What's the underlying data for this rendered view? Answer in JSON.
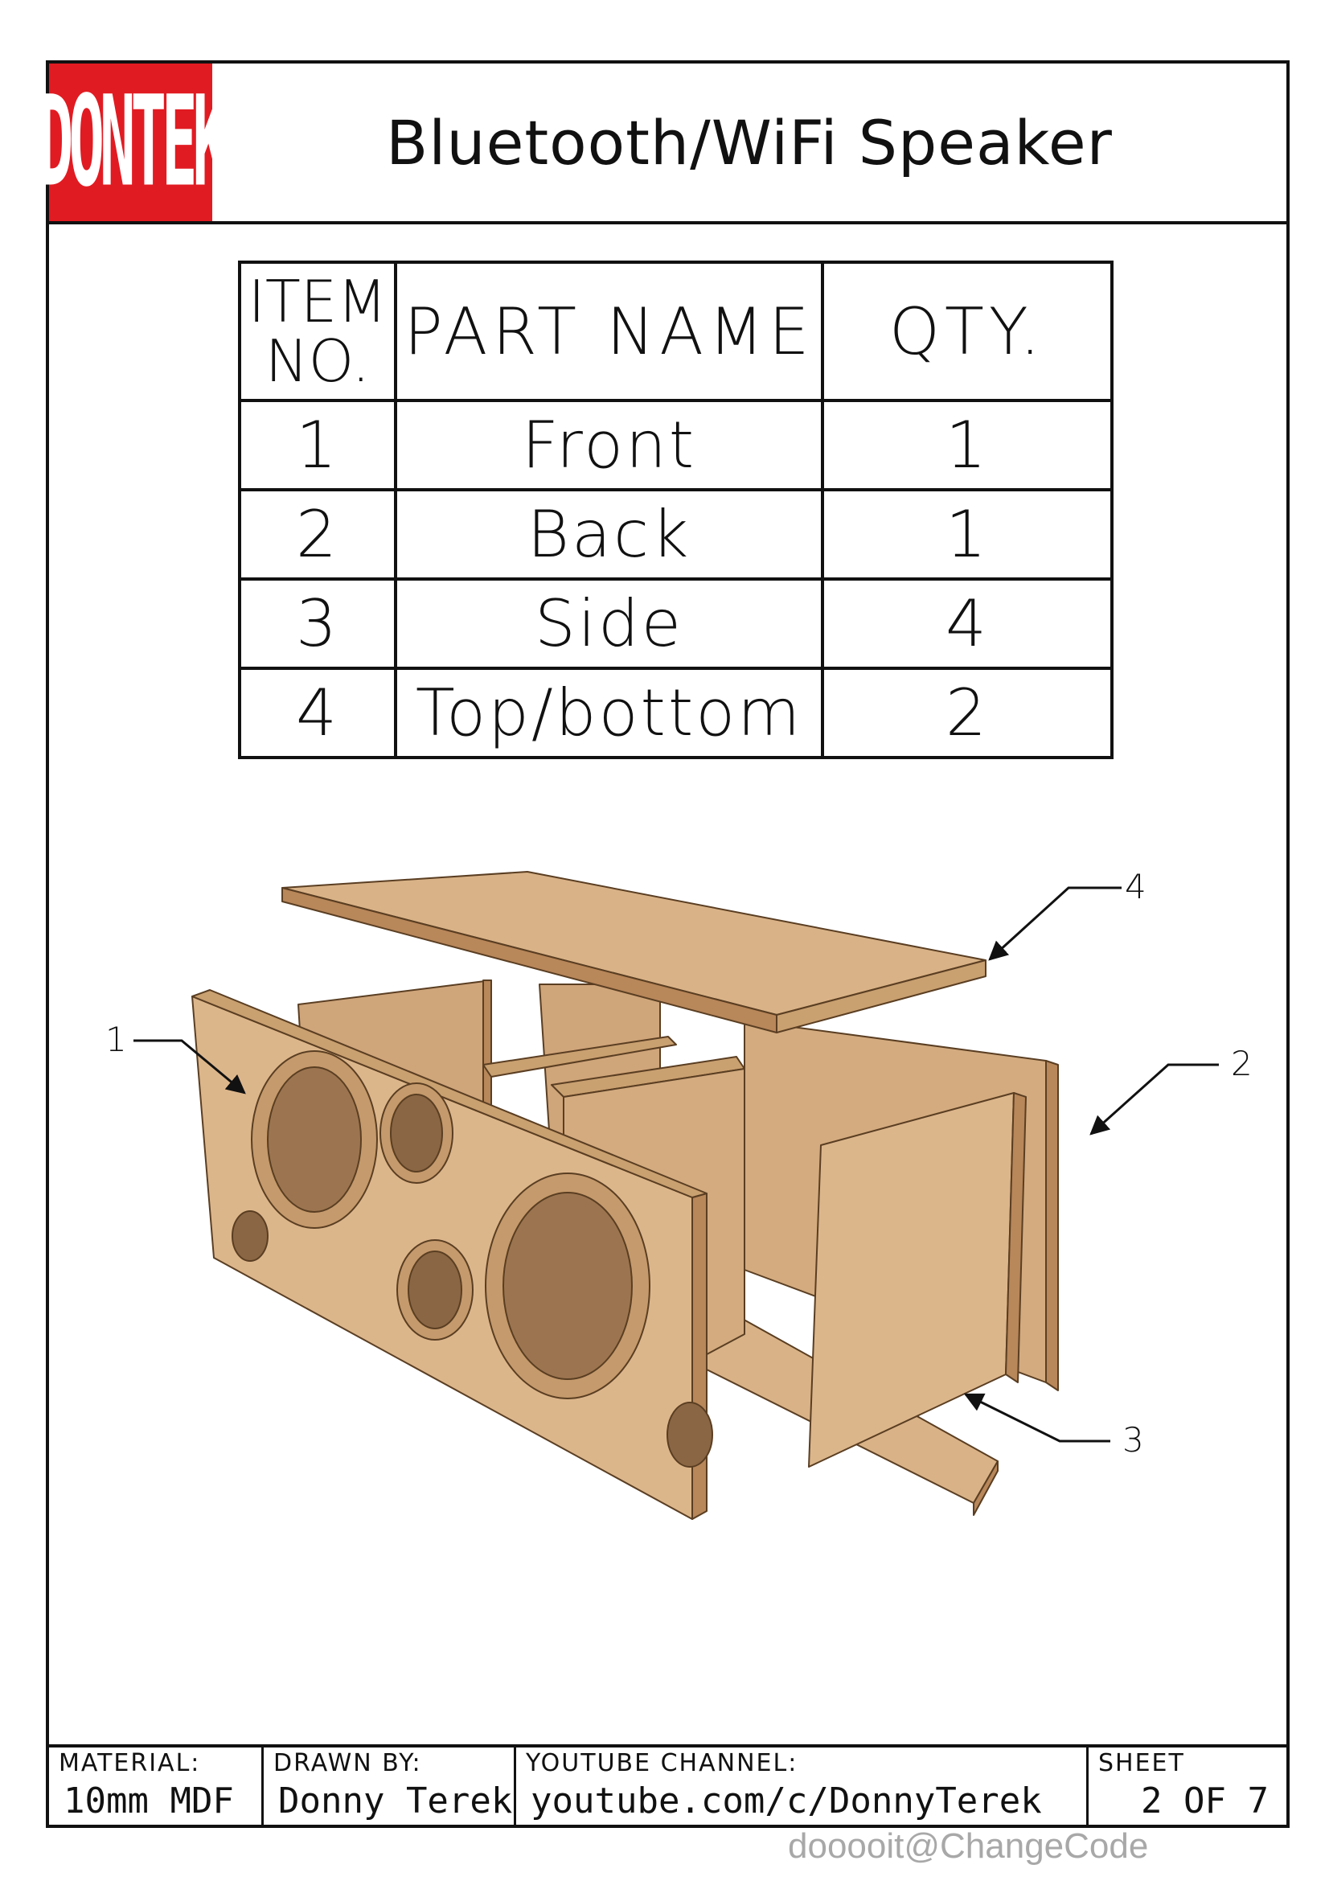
{
  "header": {
    "logo_text": "DONTEK",
    "title": "Bluetooth/WiFi Speaker"
  },
  "parts_table": {
    "headers": {
      "item_line1": "ITEM",
      "item_line2": "NO.",
      "part_name": "PART NAME",
      "qty": "QTY."
    },
    "rows": [
      {
        "item": "1",
        "name": "Front",
        "qty": "1"
      },
      {
        "item": "2",
        "name": "Back",
        "qty": "1"
      },
      {
        "item": "3",
        "name": "Side",
        "qty": "4"
      },
      {
        "item": "4",
        "name": "Top/bottom",
        "qty": "2"
      }
    ]
  },
  "callouts": {
    "c1": "1",
    "c2": "2",
    "c3": "3",
    "c4": "4"
  },
  "footer": {
    "material_label": "MATERIAL:",
    "material_value": "10mm MDF",
    "drawn_label": "DRAWN BY:",
    "drawn_value": "Donny Terek",
    "youtube_label": "YOUTUBE CHANNEL:",
    "youtube_value": "youtube.com/c/DonnyTerek",
    "sheet_label": "SHEET",
    "sheet_value": "2 OF 7"
  },
  "watermark": "dooooit@ChangeCode",
  "colors": {
    "logo_red": "#e11b22",
    "mdf": "#d9b287",
    "mdf_dark": "#b8875a",
    "mdf_edge": "#c9a070"
  }
}
